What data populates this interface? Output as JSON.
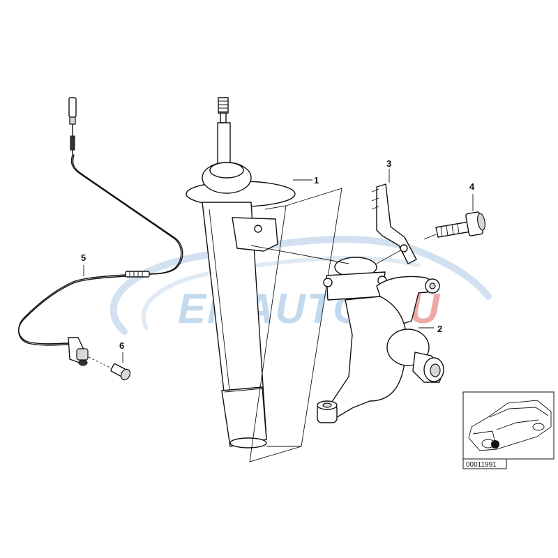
{
  "diagram": {
    "callouts": [
      "1",
      "2",
      "3",
      "4",
      "5",
      "6"
    ],
    "reference_code": "00011991"
  },
  "watermark": {
    "text_blue": "EMAUTO",
    "text_red": ".EU",
    "color_blue": "#b9d3ea",
    "color_red": "#ec9a9a"
  }
}
